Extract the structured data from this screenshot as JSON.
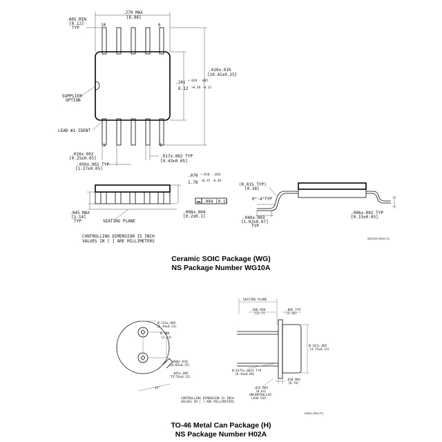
{
  "soic": {
    "dims": {
      "lead_tip_min": ".005 MIN",
      "lead_tip_min_mm": "[0.12]",
      "typ": "TYP",
      "body_width": ".270 MAX",
      "body_width_mm": "[6.86]",
      "pin_top_left": "10",
      "pin_top_right": "6",
      "overall_len": ".410±.010",
      "overall_len_mm": "[10.41±0.25]",
      "body_len": ".241",
      "body_len_tol": "+.020 -.005",
      "body_len_mm": "6.12",
      "body_len_mm_tol": "+0.50 -0.12",
      "supplier": "SUPPLIER",
      "option": "OPTION",
      "lead1": "LEAD #1 IDENT",
      "pin_bottom_left": "1",
      "pin_bottom_right": "5",
      "lead_thick": ".010±.002",
      "lead_thick_mm": "[0.25±0.05]",
      "lead_width": ".017±.002 TYP",
      "lead_width_mm": "[0.43±0.05]",
      "pitch": ".050±.002 TYP",
      "pitch_mm": "[1.27±0.05]",
      "height": ".070",
      "height_tol": "+.010 -.020",
      "height_mm": "1.78",
      "height_mm_tol": "+0.25 -0.50",
      "flat_val": ".004 [0.1]",
      "max_h": ".045 MAX",
      "max_h_mm": "[1.14]",
      "max_h_typ": "TYP",
      "seating": "SEATING PLANE",
      "standoff": ".008±.004",
      "standoff_mm": "[0.2±0.1]",
      "radius": "(R.015 TYP)",
      "radius_mm": "[0.38]",
      "angle": "0°-4°TYP",
      "foot": ".040±.003",
      "foot_mm": "[1.02±0.07]",
      "foot_typ": "TYP",
      "lead_t2": ".006±.002 TYP",
      "lead_t2_mm": "[0.15±0.05]"
    },
    "controlling_1": "CONTROLLING DIMENSION IS INCH",
    "controlling_2": "VALUES IN [ ] ARE MILLIMETERS",
    "rev": "WG10A (Rev C)",
    "caption_1": "Ceramic SOIC Package (WG)",
    "caption_2": "NS Package Number WG10A"
  },
  "to46": {
    "dims": {
      "d1": "Ø.214±.005",
      "d1_mm": "[5.44±0.13]",
      "d2": "Ø.100",
      "d2_mm": "[2.54]",
      "d3": ".080±.010",
      "d3_mm": "[2.03±0.25]",
      "d4": ".045±.005",
      "d4_mm": "[1.14±0.13]",
      "angle": "45°",
      "seating": "SEATING PLANE",
      "lead_len": ".500 MIN",
      "lead_len_mm": "[12.7]",
      "top_h": ".085 TYP",
      "top_h_mm": "[2.16]",
      "body_d": "Ø.187±.005",
      "body_d_mm": "[4.75±0.13]",
      "lead_d": "Ø.0175±.0025 TYP",
      "lead_d_mm": "[0.44±0.06]",
      "bot": ".030 MAX",
      "bot_mm": "[0.76]",
      "uncontrolled_1": ".025 MAX",
      "uncontrolled_2": "[0.64]",
      "uncontrolled_3": "UNCONTROLLED",
      "uncontrolled_4": "LEAD DIA"
    },
    "controlling_1": "CONTROLLING DIMENSION IS INCH",
    "controlling_2": "VALUES IN [ ] ARE MILLIMETERS",
    "rev": "H02A (Rev F)",
    "caption_1": "TO-46 Metal Can Package (H)",
    "caption_2": "NS Package Number H02A"
  }
}
